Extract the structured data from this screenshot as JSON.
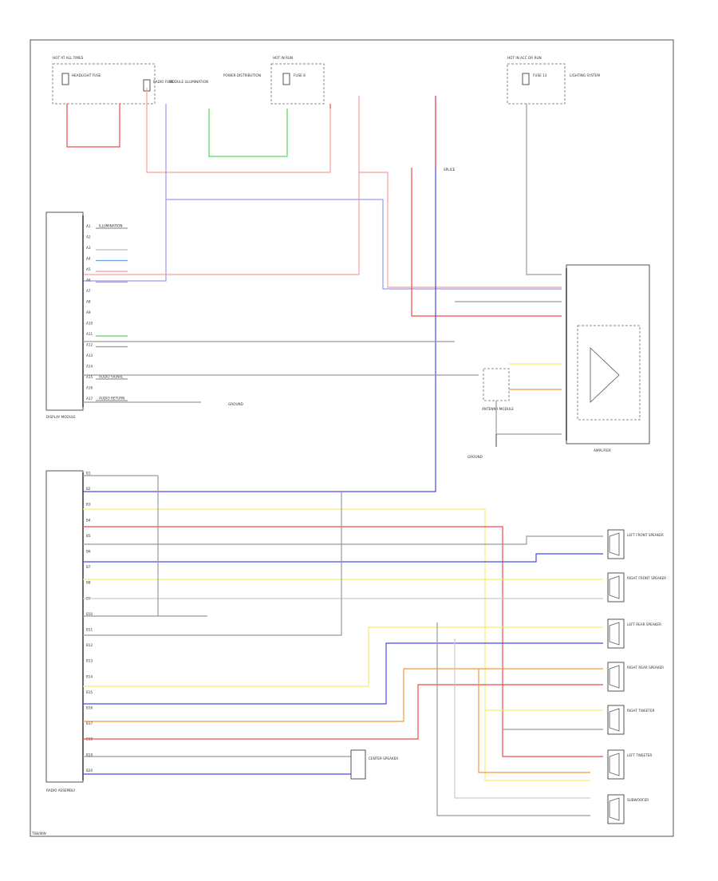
{
  "fuses": [
    {
      "id": "hot_at_all_times",
      "title": "HOT AT ALL TIMES",
      "items": [
        {
          "id": "headlight_fuse",
          "label": "HEADLIGHT FUSE"
        },
        {
          "id": "radio_fuse",
          "label": "RADIO FUSE"
        }
      ]
    },
    {
      "id": "hot_in_run",
      "title": "HOT IN RUN",
      "items": [
        {
          "id": "run_fuse",
          "label": "FUSE 8"
        }
      ]
    },
    {
      "id": "hot_in_acc",
      "title": "HOT IN ACC OR RUN",
      "items": [
        {
          "id": "acc_fuse",
          "label": "FUSE 13"
        }
      ]
    }
  ],
  "side_notes": {
    "dimmer": "MODULE ILLUMINATION",
    "junction": "POWER DISTRIBUTION",
    "splice": "SPLICE",
    "lighting": "LIGHTING SYSTEM"
  },
  "modules": {
    "display": "DISPLAY MODULE",
    "radio": "RADIO ASSEMBLY",
    "antenna": "ANTENNA MODULE",
    "amplifier": "AMPLIFIER"
  },
  "speakers": [
    {
      "id": "lf_door",
      "label": "LEFT FRONT SPEAKER"
    },
    {
      "id": "rf_door",
      "label": "RIGHT FRONT SPEAKER"
    },
    {
      "id": "lr_door",
      "label": "LEFT REAR SPEAKER"
    },
    {
      "id": "rr_door",
      "label": "RIGHT REAR SPEAKER"
    },
    {
      "id": "rr_tweet",
      "label": "RIGHT TWEETER"
    },
    {
      "id": "lf_tweet",
      "label": "LEFT TWEETER"
    },
    {
      "id": "sub",
      "label": "SUBWOOFER"
    },
    {
      "id": "lf_sub",
      "label": "CENTER SPEAKER"
    }
  ],
  "grounds": {
    "g1": "GROUND",
    "g2": "GROUND"
  },
  "display_pins": [
    {
      "id": "dp1",
      "pin": "A1",
      "label": "ILLUMINATION",
      "color": "#999999"
    },
    {
      "id": "dp2",
      "pin": "A2",
      "label": ""
    },
    {
      "id": "dp3",
      "pin": "A3",
      "label": "",
      "color": "#bbbbbb"
    },
    {
      "id": "dp4",
      "pin": "A4",
      "label": "",
      "color": "#6aa0e0"
    },
    {
      "id": "dp5",
      "pin": "A5",
      "label": "",
      "color": "#ff9999"
    },
    {
      "id": "dp6",
      "pin": "A6",
      "label": "",
      "color": "#9999ff"
    },
    {
      "id": "dp7",
      "pin": "A7",
      "label": ""
    },
    {
      "id": "dp8",
      "pin": "A8",
      "label": ""
    },
    {
      "id": "dp9",
      "pin": "A9",
      "label": ""
    },
    {
      "id": "dp10",
      "pin": "A10",
      "label": ""
    },
    {
      "id": "dp11",
      "pin": "A11",
      "label": "",
      "color": "#66cc66"
    },
    {
      "id": "dp12",
      "pin": "A12",
      "label": "",
      "color": "#999999"
    },
    {
      "id": "dp13",
      "pin": "A13",
      "label": ""
    },
    {
      "id": "dp14",
      "pin": "A14",
      "label": ""
    },
    {
      "id": "dp15",
      "pin": "A15",
      "label": "AUDIO SIGNAL",
      "color": "#999999"
    },
    {
      "id": "dp16",
      "pin": "A16",
      "label": ""
    },
    {
      "id": "dp17",
      "pin": "A17",
      "label": "AUDIO RETURN",
      "color": "#999999"
    }
  ],
  "radio_pins": [
    {
      "id": "rp1",
      "pin": "B1",
      "label": ""
    },
    {
      "id": "rp2",
      "pin": "B2",
      "label": ""
    },
    {
      "id": "rp3",
      "pin": "B3",
      "label": ""
    },
    {
      "id": "rp4",
      "pin": "B4",
      "label": ""
    },
    {
      "id": "rp5",
      "pin": "B5",
      "label": ""
    },
    {
      "id": "rp6",
      "pin": "B6",
      "label": ""
    },
    {
      "id": "rp7",
      "pin": "B7",
      "label": ""
    },
    {
      "id": "rp8",
      "pin": "B8",
      "label": ""
    },
    {
      "id": "rp9",
      "pin": "B9",
      "label": ""
    },
    {
      "id": "rp10",
      "pin": "B10",
      "label": ""
    },
    {
      "id": "rp11",
      "pin": "B11",
      "label": ""
    },
    {
      "id": "rp12",
      "pin": "B12",
      "label": ""
    },
    {
      "id": "rp13",
      "pin": "B13",
      "label": ""
    },
    {
      "id": "rp14",
      "pin": "B14",
      "label": ""
    },
    {
      "id": "rp15",
      "pin": "B15",
      "label": ""
    },
    {
      "id": "rp16",
      "pin": "B16",
      "label": ""
    },
    {
      "id": "rp17",
      "pin": "B17",
      "label": ""
    },
    {
      "id": "rp18",
      "pin": "B18",
      "label": ""
    },
    {
      "id": "rp19",
      "pin": "B19",
      "label": ""
    },
    {
      "id": "rp20",
      "pin": "B20",
      "label": ""
    }
  ],
  "wire_labels": {
    "amp_in1": "",
    "amp_in2": "",
    "amp_in3": "",
    "ant_a": "",
    "ant_b": "",
    "ant_c": ""
  },
  "footer": {
    "code": "TSB/WW"
  },
  "colors": {
    "red": "#f24a4a",
    "pink": "#f6a0a0",
    "blue": "#4a4ae8",
    "light_blue": "#9a9af2",
    "green": "#5bd65b",
    "yellow": "#f4f06a",
    "orange": "#f49a3a",
    "gray": "#9a9a9a",
    "black": "#444444"
  }
}
